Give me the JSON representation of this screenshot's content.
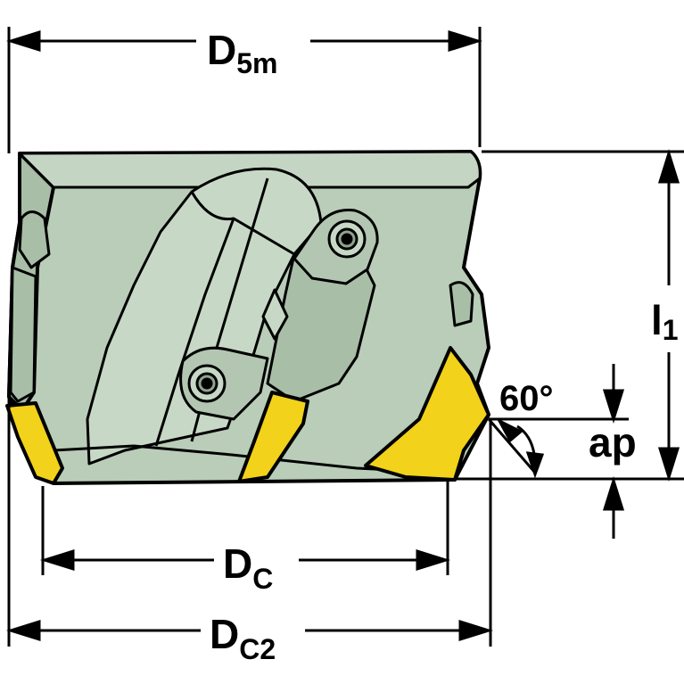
{
  "colors": {
    "body_fill": "#b9cdb8",
    "body_shadow": "#9fb49f",
    "insert_fill": "#f2d21a",
    "line": "#000000",
    "background": "#ffffff"
  },
  "dimensions": {
    "d5m": {
      "main": "D",
      "sub": "5m"
    },
    "dc": {
      "main": "D",
      "sub": "C"
    },
    "dc2": {
      "main": "D",
      "sub": "C2"
    },
    "l1": {
      "main": "l",
      "sub": "1"
    },
    "ap": {
      "main": "a",
      "sub": "p"
    },
    "angle": "60°"
  }
}
